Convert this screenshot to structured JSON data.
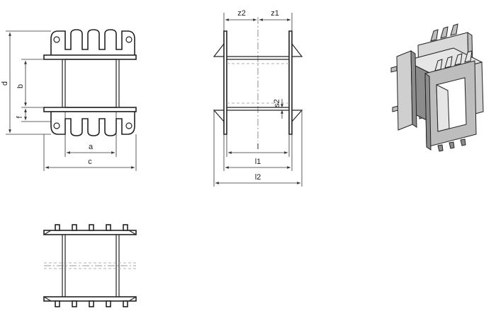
{
  "labels": {
    "a": "a",
    "b": "b",
    "c": "c",
    "d": "d",
    "f": "f",
    "l": "l",
    "l1": "l1",
    "l2": "l2",
    "z1": "z1",
    "z2": "z2",
    "s2": "s2"
  },
  "colors": {
    "line": "#222222",
    "light_face": "#e6e6e6",
    "mid_face": "#bdbdbd",
    "dark_face": "#8c8c8c"
  }
}
